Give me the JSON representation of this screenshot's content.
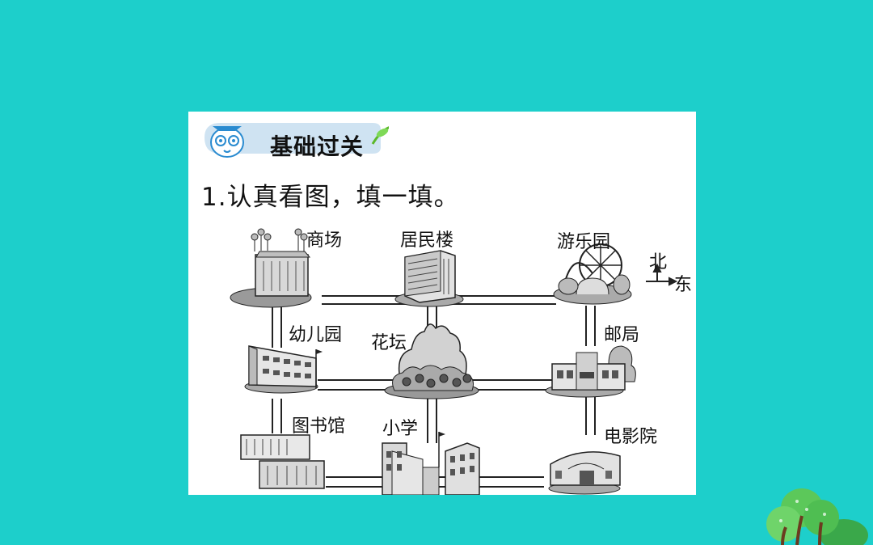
{
  "section": {
    "title": "基础过关"
  },
  "question": {
    "text": "1.认真看图，填一填。"
  },
  "compass": {
    "north": "北",
    "east": "东"
  },
  "places": {
    "mall": "商场",
    "residential": "居民楼",
    "amusement_park": "游乐园",
    "kindergarten": "幼儿园",
    "flower_bed": "花坛",
    "post_office": "邮局",
    "library": "图书馆",
    "primary_school": "小学",
    "cinema": "电影院"
  },
  "colors": {
    "background": "#1dcfcb",
    "card": "#ffffff",
    "banner": "#cfe3f2"
  }
}
